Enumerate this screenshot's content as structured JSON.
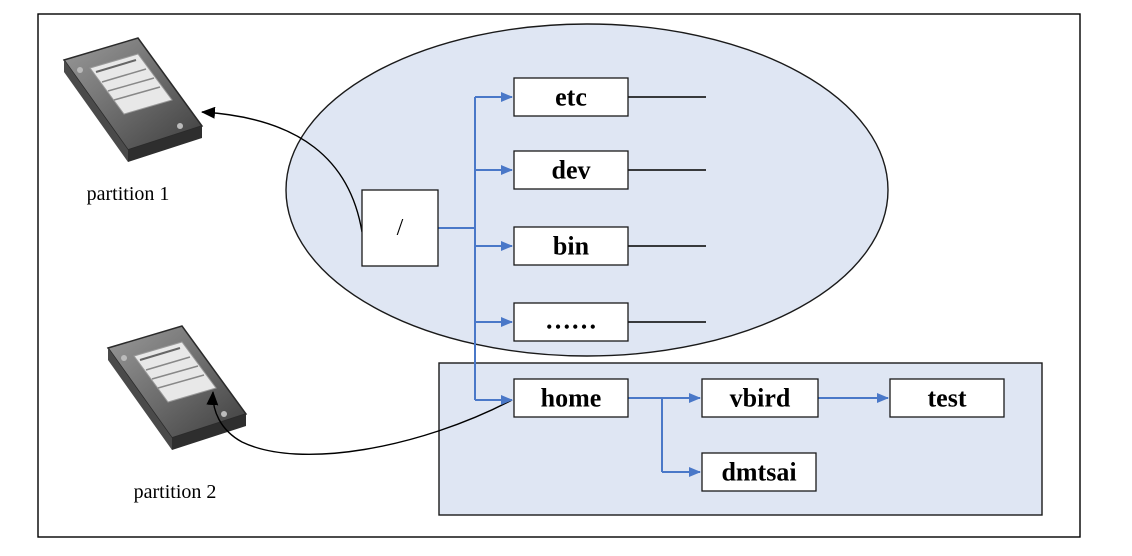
{
  "tree": {
    "root": "/",
    "etc": "etc",
    "dev": "dev",
    "bin": "bin",
    "dots": "……",
    "home": "home",
    "vbird": "vbird",
    "test": "test",
    "dmtsai": "dmtsai"
  },
  "partitions": {
    "p1": "partition 1",
    "p2": "partition 2"
  },
  "colors": {
    "region_fill": "#dfe6f3",
    "tree_line": "#4a78c8",
    "mount_arrow": "#000000"
  },
  "icons": {
    "disk": "hard-disk-icon"
  }
}
